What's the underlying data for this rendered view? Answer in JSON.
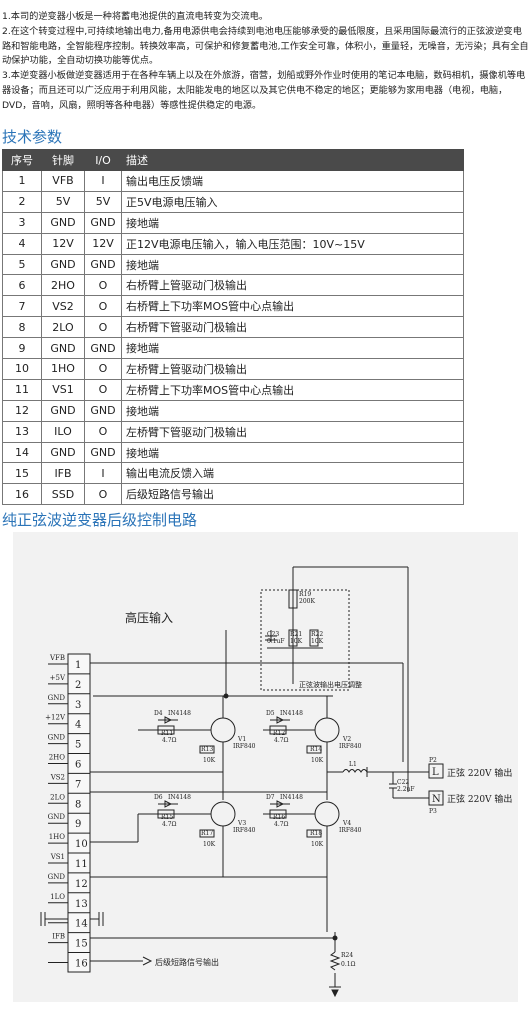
{
  "intro": [
    "1.本司的逆变器小板是一种将蓄电池提供的直流电转变为交流电。",
    "2.在这个转变过程中,可持续地输出电力,备用电源供电会持续到电池电压能够承受的最低限度，且采用国际最流行的正弦波逆变电路和智能电路，全智能程序控制。转换效率高，可保护和修复蓄电池,工作安全可靠，体积小，重量轻，无噪音，无污染；具有全自动保护功能，全自动切换功能等优点。",
    "3.本逆变器小板做逆变器适用于在各种车辆上以及在外旅游，宿营，划船或野外作业时使用的笔记本电脑，数码相机，摄像机等电器设备；而且还可以广泛应用于利用风能，太阳能发电的地区以及其它供电不稳定的地区；更能够为家用电器（电视，电脑，DVD，音响，风扇，照明等各种电器）等感性提供稳定的电源。"
  ],
  "spec_title": "技术参数",
  "table": {
    "headers": [
      "序号",
      "针脚",
      "I/O",
      "描述"
    ],
    "rows": [
      [
        "1",
        "VFB",
        "I",
        "输出电压反馈端"
      ],
      [
        "2",
        "5V",
        "5V",
        "正5V电源电压输入"
      ],
      [
        "3",
        "GND",
        "GND",
        "接地端"
      ],
      [
        "4",
        "12V",
        "12V",
        "正12V电源电压输入，输入电压范围：10V~15V"
      ],
      [
        "5",
        "GND",
        "GND",
        "接地端"
      ],
      [
        "6",
        "2HO",
        "O",
        "右桥臂上管驱动门极输出"
      ],
      [
        "7",
        "VS2",
        "O",
        "右桥臂上下功率MOS管中心点输出"
      ],
      [
        "8",
        "2LO",
        "O",
        "右桥臂下管驱动门极输出"
      ],
      [
        "9",
        "GND",
        "GND",
        "接地端"
      ],
      [
        "10",
        "1HO",
        "O",
        "左桥臂上管驱动门极输出"
      ],
      [
        "11",
        "VS1",
        "O",
        "左桥臂上下功率MOS管中心点输出"
      ],
      [
        "12",
        "GND",
        "GND",
        "接地端"
      ],
      [
        "13",
        "ILO",
        "O",
        "左桥臂下管驱动门极输出"
      ],
      [
        "14",
        "GND",
        "GND",
        "接地端"
      ],
      [
        "15",
        "IFB",
        "I",
        "输出电流反馈入端"
      ],
      [
        "16",
        "SSD",
        "O",
        "后级短路信号输出"
      ]
    ]
  },
  "circuit_title": "纯正弦波逆变器后级控制电路",
  "schematic": {
    "hv_input": "高压输入",
    "pin_labels": [
      "VFB",
      "+5V",
      "GND",
      "+12V",
      "GND",
      "2HO",
      "VS2",
      "2LO",
      "GND",
      "1HO",
      "VS1",
      "GND",
      "1LO",
      "IFB"
    ],
    "pin_numbers": [
      "1",
      "2",
      "3",
      "4",
      "5",
      "6",
      "7",
      "8",
      "9",
      "10",
      "11",
      "12",
      "13",
      "14",
      "15",
      "16"
    ],
    "out_l": "正弦 220V 输出",
    "out_n": "正弦 220V 输出",
    "pin_l": "L",
    "pin_n": "N",
    "ssd_out": "后级短路信号输出",
    "adjust_label": "正弦波输出电压调整",
    "parts": {
      "r19": "R19",
      "r19v": "200K",
      "c23": "C23",
      "c23v": "0.1uF",
      "r21": "R21",
      "r21v": "10K",
      "r22": "R22",
      "r22v": "10K",
      "d4": "D4",
      "d4v": "IN4148",
      "d5": "D5",
      "d5v": "IN4148",
      "d6": "D6",
      "d6v": "IN4148",
      "d7": "D7",
      "d7v": "IN4148",
      "r11": "R11",
      "r11v": "4.7Ω",
      "r12": "R12",
      "r12v": "4.7Ω",
      "r15": "R15",
      "r15v": "4.7Ω",
      "r16": "R16",
      "r16v": "4.7Ω",
      "r13": "R13",
      "r13v": "10K",
      "r14": "R14",
      "r14v": "10K",
      "r17": "R17",
      "r17v": "10K",
      "r18": "R18",
      "r18v": "10K",
      "v1": "V1",
      "v2": "V2",
      "v3": "V3",
      "v4": "V4",
      "irf": "IRF840",
      "l1": "L1",
      "c22": "C22",
      "c22v": "2.2uF",
      "p2": "P2",
      "p3": "P3",
      "r24": "R24",
      "r24v": "0.1Ω"
    }
  }
}
